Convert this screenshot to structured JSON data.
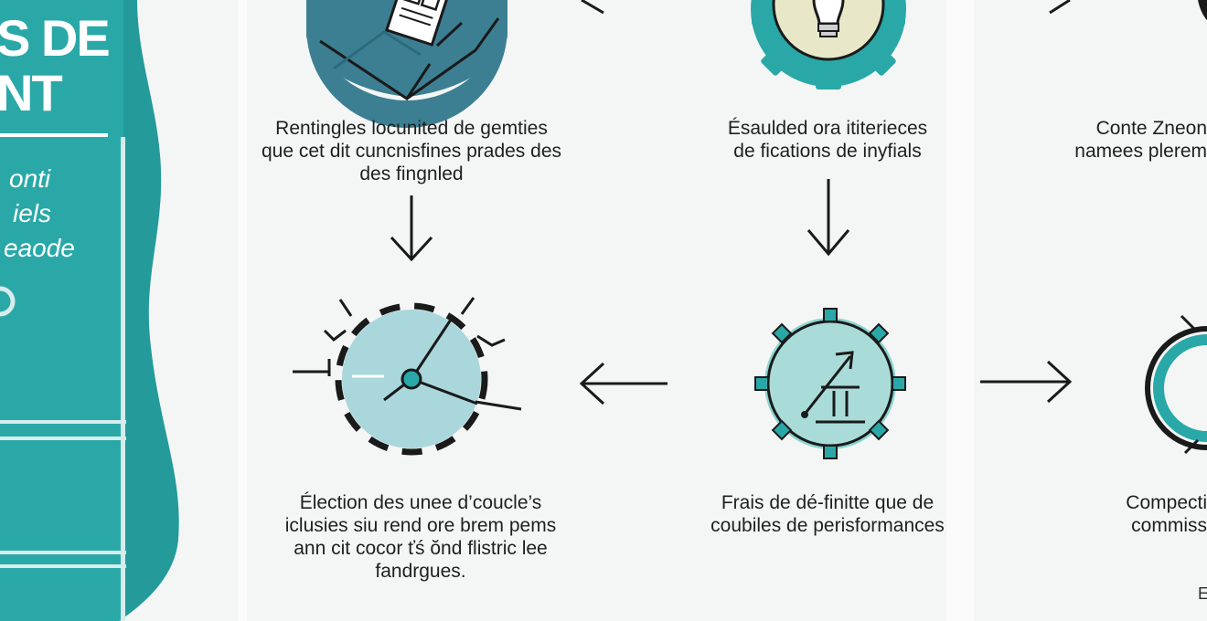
{
  "colors": {
    "teal": "#2aa8a8",
    "teal_dark": "#1f8e90",
    "slate": "#3d7f92",
    "ice": "#a9d7dc",
    "mint": "#7fd0cc",
    "bulb_bg": "#e8e8c9",
    "ink": "#1a1a1a",
    "background": "#f4f6f5"
  },
  "sidebar": {
    "title_lines": [
      "S DE",
      "NT"
    ],
    "subtitle_lines": [
      "onti",
      "iels",
      "eaode"
    ]
  },
  "nodes": [
    {
      "id": "top-left",
      "icon": "folder-documents-icon",
      "caption": [
        "Rentingles locunited de gemties",
        "que cet dit cuncnisfines prades des",
        "des fingnled"
      ]
    },
    {
      "id": "top-middle",
      "icon": "lightbulb-gear-icon",
      "caption": [
        "Ésaulded ora ititerieces",
        "de fications de inyfials"
      ]
    },
    {
      "id": "top-right",
      "icon": "partial-icon",
      "caption": [
        "Conte Zneon",
        "namees plerem"
      ]
    },
    {
      "id": "bottom-left",
      "icon": "clock-dashed-ring-icon",
      "caption": [
        "Élection des unee d’coucle’s",
        "iclusies siu rend ore brem pems",
        "ann cit cocor ťś ŏnd flistric lee",
        "fandrgues."
      ]
    },
    {
      "id": "bottom-middle",
      "icon": "performance-gauge-icon",
      "caption": [
        "Frais de dé-finitte que de",
        "coubiles de perisformances"
      ]
    },
    {
      "id": "bottom-right",
      "icon": "partial-ring-icon",
      "caption": [
        "Compecti",
        "commiss"
      ]
    }
  ],
  "arrows": [
    "arrow-down-left",
    "arrow-down-middle",
    "arrow-left-bottom",
    "arrow-right-bottom",
    "arrow-top-right-partial",
    "arrow-top-left-partial"
  ],
  "footer": {
    "corner_text": "E"
  }
}
